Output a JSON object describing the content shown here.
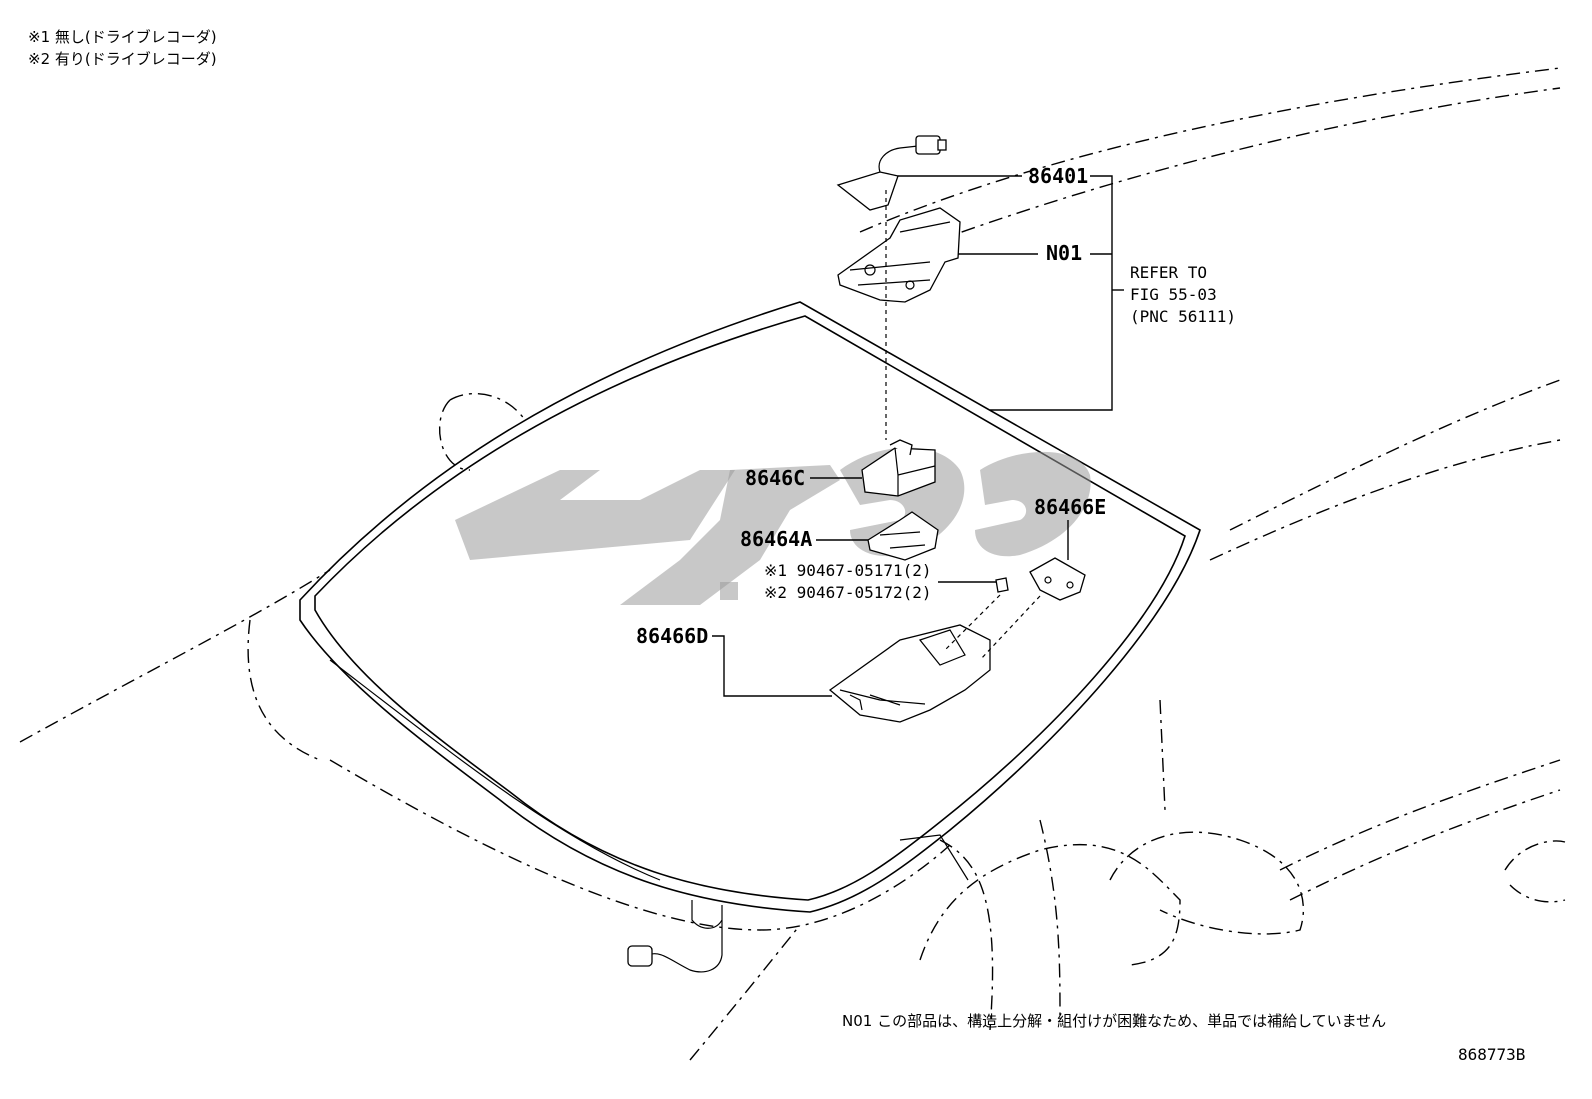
{
  "notes": {
    "note1": "※1 無し(ドライブレコーダ)",
    "note2": "※2 有り(ドライブレコーダ)"
  },
  "parts": {
    "p86401": "86401",
    "n01": "N01",
    "p8646c": "8646C",
    "p86464a": "86464A",
    "p86466e": "86466E",
    "p86466d": "86466D",
    "screw1": "※1 90467-05171(2)",
    "screw2": "※2 90467-05172(2)"
  },
  "refer": {
    "line1": "REFER TO",
    "line2": "FIG 55-03",
    "line3": "(PNC 56111)"
  },
  "footer": {
    "n01_note": "N01 この部品は、構造上分解・組付けが困難なため、単品では補給していません",
    "diagram_id": "868773B"
  }
}
